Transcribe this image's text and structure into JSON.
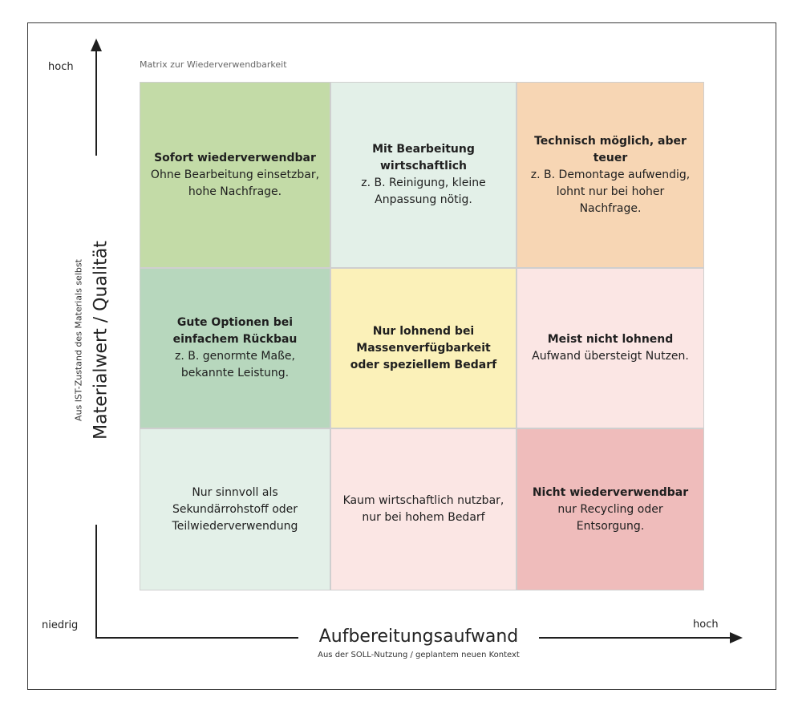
{
  "y_axis": {
    "title": "Materialwert / Qualität",
    "subtitle": "Aus IST-Zustand des Materials selbst",
    "high_label": "hoch",
    "low_label": "niedrig"
  },
  "x_axis": {
    "title": "Aufbereitungsaufwand",
    "subtitle": "Aus der SOLL-Nutzung / geplantem neuen Kontext",
    "high_label": "hoch"
  },
  "matrix_caption": "Matrix zur Wiederverwendbarkeit",
  "colors": {
    "r0c0": "#c3dba7",
    "r0c1": "#e3f0e8",
    "r0c2": "#f7d6b4",
    "r1c0": "#b7d7bd",
    "r1c1": "#fbf1b9",
    "r1c2": "#fbe6e4",
    "r2c0": "#e3f0e8",
    "r2c1": "#fbe6e4",
    "r2c2": "#efbcbb"
  },
  "cells": {
    "r0c0": {
      "title": "Sofort wiederverwendbar",
      "text": "Ohne Bearbeitung einsetzbar, hohe Nachfrage."
    },
    "r0c1": {
      "title": "Mit Bearbeitung wirtschaftlich",
      "text": "z. B. Reinigung, kleine Anpassung nötig."
    },
    "r0c2": {
      "title": "Technisch möglich, aber teuer",
      "text": "z. B. Demontage aufwendig, lohnt nur bei hoher Nachfrage."
    },
    "r1c0": {
      "title": "Gute Optionen bei einfachem Rückbau",
      "text": "z. B. genormte Maße, bekannte Leistung."
    },
    "r1c1": {
      "title": "Nur lohnend bei Massenverfügbarkeit oder speziellem Bedarf",
      "text": ""
    },
    "r1c2": {
      "title": "Meist nicht lohnend",
      "text": "Aufwand übersteigt Nutzen."
    },
    "r2c0": {
      "title": "",
      "text": "Nur sinnvoll als Sekundärrohstoff oder Teilwiederverwendung"
    },
    "r2c1": {
      "title": "",
      "text": "Kaum wirtschaftlich nutzbar, nur bei hohem Bedarf"
    },
    "r2c2": {
      "title": "Nicht wiederverwendbar",
      "text": "nur Recycling oder Entsorgung."
    }
  }
}
